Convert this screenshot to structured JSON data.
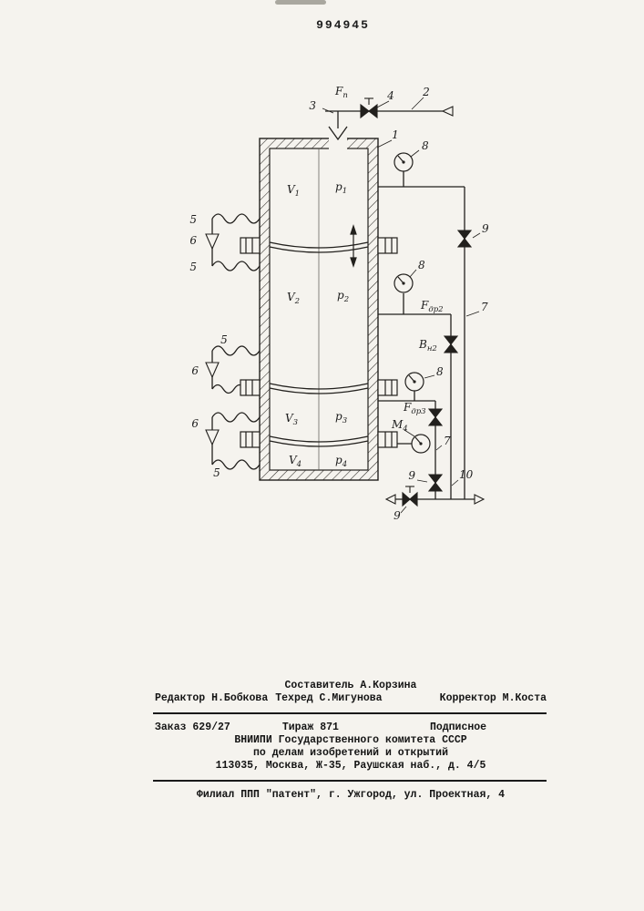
{
  "page": {
    "patent_number": "994945"
  },
  "diagram": {
    "chambers": [
      {
        "v_base": "V",
        "v_sub": "1",
        "p_base": "p",
        "p_sub": "1"
      },
      {
        "v_base": "V",
        "v_sub": "2",
        "p_base": "p",
        "p_sub": "2"
      },
      {
        "v_base": "V",
        "v_sub": "3",
        "p_base": "p",
        "p_sub": "3"
      },
      {
        "v_base": "V",
        "v_sub": "4",
        "p_base": "p",
        "p_sub": "4"
      }
    ],
    "labels": {
      "n1": "1",
      "n2": "2",
      "n3": "3",
      "n4": "4",
      "n5": "5",
      "n6": "6",
      "n7": "7",
      "n8": "8",
      "n9": "9",
      "n10": "10",
      "fp_base": "F",
      "fp_sub": "п",
      "fdr2_base": "F",
      "fdr2_sub": "др2",
      "fdr3_base": "F",
      "fdr3_sub": "др3",
      "vn2_base": "В",
      "vn2_sub": "н2",
      "m4_base": "М",
      "m4_sub": "4"
    }
  },
  "footer": {
    "compositor": "Составитель А.Корзина",
    "editor": "Редактор Н.Бобкова",
    "techred": "Техред С.Мигунова",
    "corrector": "Корректор М.Коста",
    "order": "Заказ 629/27",
    "print_run": "Тираж 871",
    "subscription": "Подписное",
    "org_line1": "ВНИИПИ Государственного комитета СССР",
    "org_line2": "по делам изобретений и открытий",
    "org_line3": "113035, Москва, Ж-35, Раушская наб., д. 4/5",
    "branch": "Филиал ППП \"патент\", г. Ужгород, ул. Проектная, 4"
  }
}
